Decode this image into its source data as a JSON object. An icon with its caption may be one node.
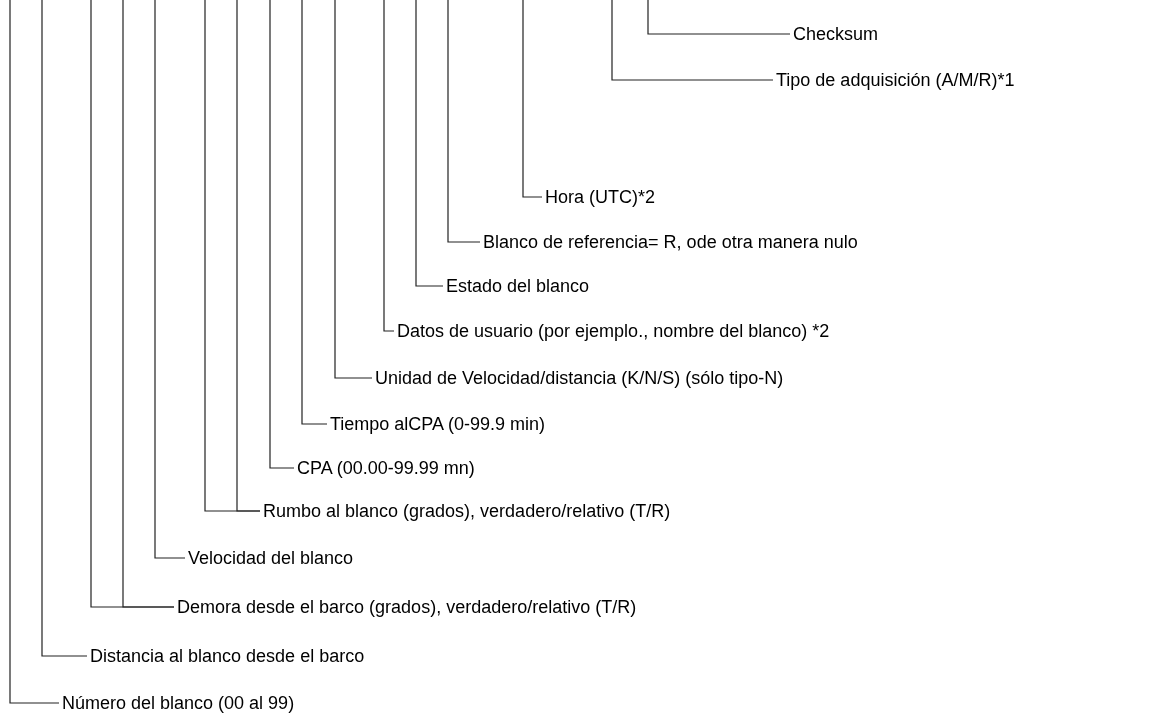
{
  "diagram": {
    "nodes": [
      {
        "text": [
          "Checksum"
        ]
      },
      {
        "text": [
          "Tipo de adquisición (A/M/R)*1"
        ]
      },
      {
        "text": [
          "Hora (UTC)*2"
        ]
      },
      {
        "text": [
          "Blanco de referencia= R, ode otra manera nulo"
        ]
      },
      {
        "text": [
          "Estado del blanco"
        ]
      },
      {
        "text": [
          "Datos de usuario (por ejemplo., nombre del blanco) *2"
        ]
      },
      {
        "text": [
          "Unidad de Velocidad/distancia (K/N/S) (sólo tipo-N)"
        ]
      },
      {
        "text": [
          "Tiempo alCPA (0-99.9 min)"
        ]
      },
      {
        "text": [
          "CPA (00.00-99.99 mn)"
        ]
      },
      {
        "text": [
          "Rumbo al blanco (grados), verdadero/relativo (T/R)"
        ]
      },
      {
        "text": [
          "Velocidad del blanco"
        ]
      },
      {
        "text": [
          "Demora desde el barco (grados), verdadero/relativo (T/R)"
        ]
      },
      {
        "text": [
          "Distancia al blanco desde el barco"
        ]
      },
      {
        "text": [
          "Número del blanco (00 al 99)"
        ]
      }
    ],
    "edges": [
      {
        "from": 0,
        "to": null,
        "arrow": "none"
      },
      {
        "from": 1,
        "to": null,
        "arrow": "none"
      },
      {
        "from": 2,
        "to": null,
        "arrow": "none"
      },
      {
        "from": 3,
        "to": null,
        "arrow": "none"
      },
      {
        "from": 4,
        "to": null,
        "arrow": "none"
      },
      {
        "from": 5,
        "to": null,
        "arrow": "none"
      },
      {
        "from": 6,
        "to": null,
        "arrow": "none"
      },
      {
        "from": 7,
        "to": null,
        "arrow": "none"
      },
      {
        "from": 8,
        "to": null,
        "arrow": "none"
      },
      {
        "from": 9,
        "to": null,
        "arrow": "none"
      },
      {
        "from": 9,
        "to": null,
        "arrow": "none"
      },
      {
        "from": 10,
        "to": null,
        "arrow": "none"
      },
      {
        "from": 11,
        "to": null,
        "arrow": "none"
      },
      {
        "from": 11,
        "to": null,
        "arrow": "none"
      },
      {
        "from": 12,
        "to": null,
        "arrow": "none"
      },
      {
        "from": 13,
        "to": null,
        "arrow": "none"
      }
    ]
  }
}
